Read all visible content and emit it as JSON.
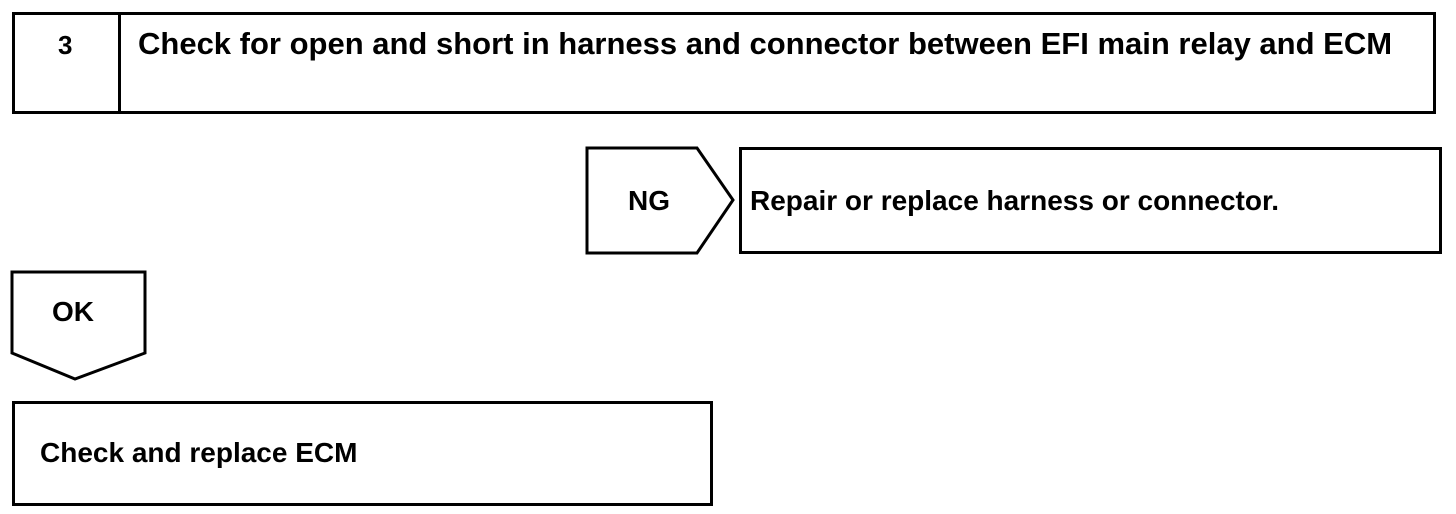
{
  "step": {
    "number": "3",
    "title": "Check for open and short in harness and connector between EFI main relay and ECM"
  },
  "ng_branch": {
    "label": "NG",
    "result": "Repair or replace harness or connector."
  },
  "ok_branch": {
    "label": "OK",
    "result": "Check and replace ECM"
  }
}
